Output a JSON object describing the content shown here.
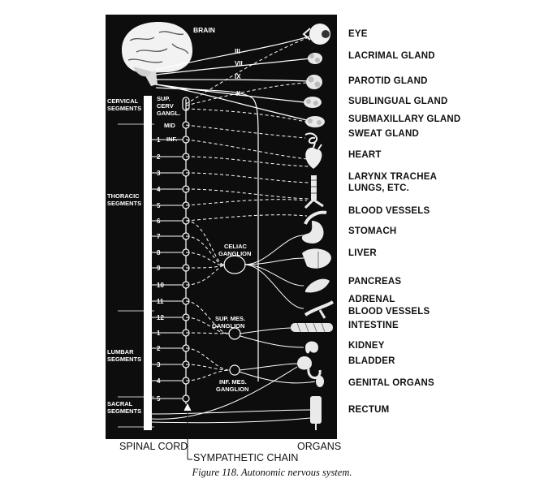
{
  "colors": {
    "panel": "#0d0d0d",
    "nerve": "#ffffff",
    "label": "#111111"
  },
  "brain_label": "BRAIN",
  "cranial_nerves": [
    "III",
    "VII",
    "IX",
    "X"
  ],
  "region_labels": {
    "cervical": [
      "CERVICAL",
      "SEGMENTS"
    ],
    "thoracic": [
      "THORACIC",
      "SEGMENTS"
    ],
    "lumbar": [
      "LUMBAR",
      "SEGMENTS"
    ],
    "sacral": [
      "SACRAL",
      "SEGMENTS"
    ]
  },
  "ganglia": {
    "sup_cerv": [
      "SUP.",
      "CERV",
      "GANGL."
    ],
    "mid": "MID",
    "inf": "INF.",
    "celiac": [
      "CELIAC",
      "GANGLION"
    ],
    "sup_mes": [
      "SUP. MES.",
      "GANGLION"
    ],
    "inf_mes": [
      "INF. MES.",
      "GANGLION"
    ]
  },
  "segment_numbers": [
    "1",
    "2",
    "3",
    "4",
    "5",
    "6",
    "7",
    "8",
    "9",
    "10",
    "11",
    "12",
    "1",
    "2",
    "3",
    "4",
    "5"
  ],
  "organs": [
    {
      "label": "EYE",
      "icon": "eye-icon"
    },
    {
      "label": "LACRIMAL GLAND",
      "icon": "gland-icon"
    },
    {
      "label": "PAROTID GLAND",
      "icon": "gland-icon"
    },
    {
      "label": "SUBLINGUAL GLAND",
      "icon": "gland-icon"
    },
    {
      "label": "SUBMAXILLARY GLAND",
      "icon": "gland-icon"
    },
    {
      "label": "SWEAT GLAND",
      "icon": "sweat-gland-icon"
    },
    {
      "label": "HEART",
      "icon": "heart-icon"
    },
    {
      "label": "LARYNX TRACHEA",
      "icon": "trachea-icon"
    },
    {
      "label": "LUNGS, ETC.",
      "icon": ""
    },
    {
      "label": "BLOOD VESSELS",
      "icon": "vessel-icon"
    },
    {
      "label": "STOMACH",
      "icon": "stomach-icon"
    },
    {
      "label": "LIVER",
      "icon": "liver-icon"
    },
    {
      "label": "PANCREAS",
      "icon": "pancreas-icon"
    },
    {
      "label": "ADRENAL",
      "icon": "adrenal-icon"
    },
    {
      "label": "BLOOD VESSELS",
      "icon": ""
    },
    {
      "label": "INTESTINE",
      "icon": "intestine-icon"
    },
    {
      "label": "KIDNEY",
      "icon": "kidney-icon"
    },
    {
      "label": "BLADDER",
      "icon": "bladder-icon"
    },
    {
      "label": "GENITAL ORGANS",
      "icon": "genital-icon"
    },
    {
      "label": "RECTUM",
      "icon": "rectum-icon"
    }
  ],
  "bottom": {
    "spinal_cord": "SPINAL CORD",
    "sympathetic_chain": "SYMPATHETIC CHAIN",
    "organs": "ORGANS"
  },
  "caption": "Figure 118. Autonomic nervous system."
}
